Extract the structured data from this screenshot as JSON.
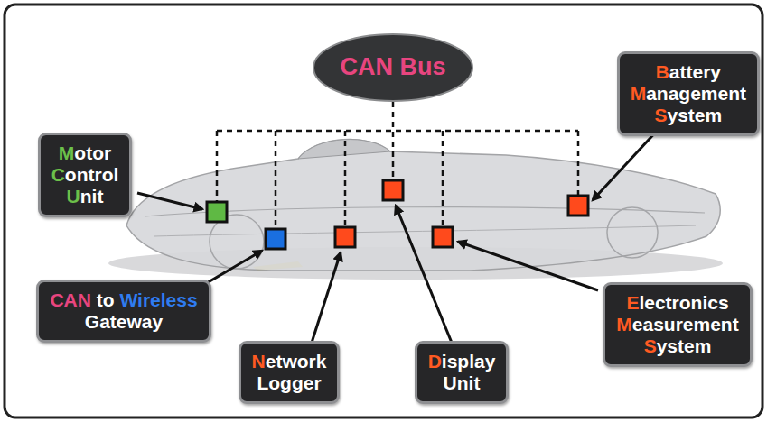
{
  "diagram": {
    "nodes": [
      {
        "text": [
          "CAN Bus"
        ]
      },
      {
        "text": [
          "Motor Control Unit"
        ]
      },
      {
        "text": [
          "Battery Management System"
        ]
      },
      {
        "text": [
          "CAN to Wireless Gateway"
        ]
      },
      {
        "text": [
          "Electronics Measurement System"
        ]
      },
      {
        "text": [
          "Network Logger"
        ]
      },
      {
        "text": [
          "Display Unit"
        ]
      }
    ]
  }
}
